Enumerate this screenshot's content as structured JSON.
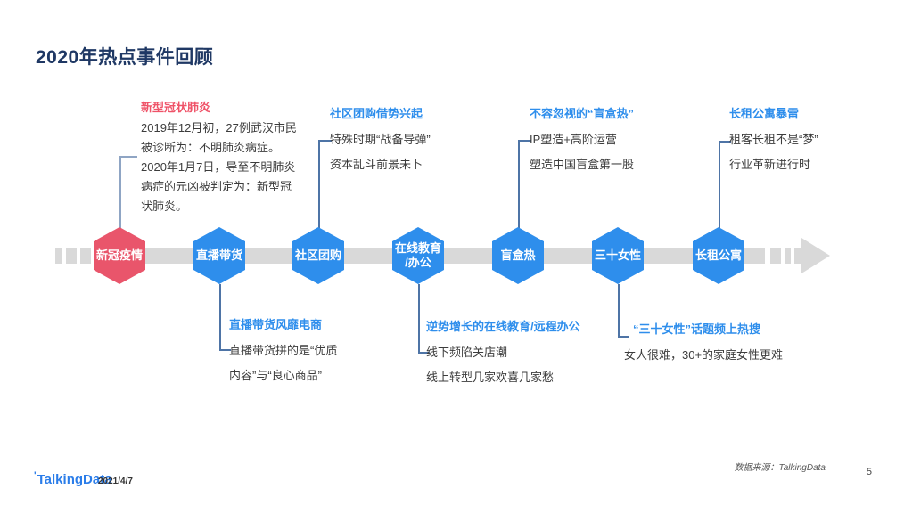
{
  "colors": {
    "accent_blue": "#2E8EEC",
    "accent_red": "#E9556B",
    "title_navy": "#1F3864",
    "timeline_gray": "#D9D9D9",
    "connector_blue": "#4E74A6"
  },
  "header": {
    "title": "2020年热点事件回顾"
  },
  "timeline": {
    "nodes": [
      {
        "label": "新冠疫情"
      },
      {
        "label": "直播带货"
      },
      {
        "label": "社区团购"
      },
      {
        "label": "在线教育\n/办公"
      },
      {
        "label": "盲盒热"
      },
      {
        "label": "三十女性"
      },
      {
        "label": "长租公寓"
      }
    ]
  },
  "annotations": {
    "top": [
      {
        "title": "新型冠状肺炎",
        "body": "2019年12月初，27例武汉市民被诊断为：不明肺炎病症。2020年1月7日，导至不明肺炎病症的元凶被判定为：新型冠状肺炎。"
      },
      {
        "title": "社区团购借势兴起",
        "body": "特殊时期“战备导弹”\n资本乱斗前景未卜"
      },
      {
        "title": "不容忽视的“盲盒热”",
        "body": "IP塑造+高阶运营\n塑造中国盲盒第一股"
      },
      {
        "title": "长租公寓暴雷",
        "body": "租客长租不是“梦”\n行业革新进行时"
      }
    ],
    "bottom": [
      {
        "title": "直播带货风靡电商",
        "body": "直播带货拼的是“优质\n内容”与“良心商品”"
      },
      {
        "title": "逆势增长的在线教育/远程办公",
        "body": "线下频陷关店潮\n线上转型几家欢喜几家愁"
      },
      {
        "title": "“三十女性”话题频上热搜",
        "body": "女人很难，30+的家庭女性更难"
      }
    ]
  },
  "footer": {
    "logo_mark": "'",
    "logo": "TalkingData",
    "date": "2021/4/7",
    "source": "数据来源：TalkingData",
    "page": "5"
  }
}
